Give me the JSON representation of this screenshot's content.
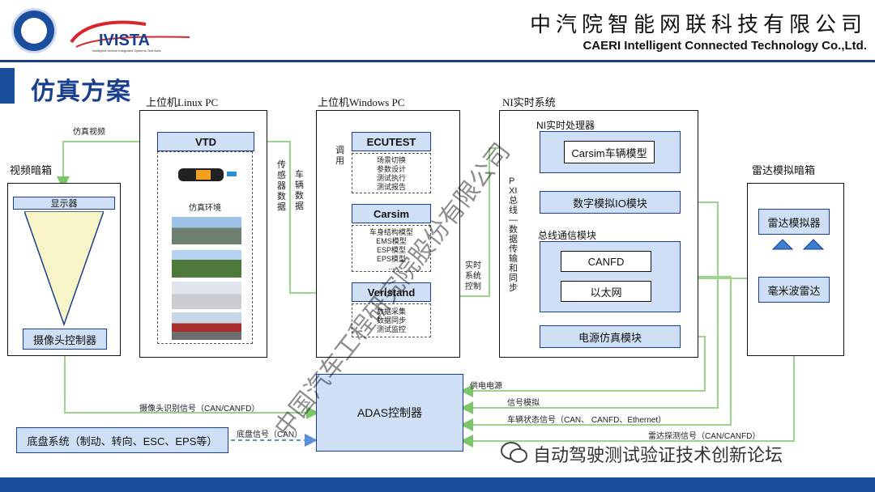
{
  "header": {
    "company_cn": "中汽院智能网联科技有限公司",
    "company_en": "CAERI Intelligent Connected Technology Co.,Ltd.",
    "logo_text": "IVISTA",
    "logo_sub": "Intelligent Vehicle Integrated Systems Test Area"
  },
  "slide_title": "仿真方案",
  "sections": {
    "linux": "上位机Linux PC",
    "windows": "上位机Windows PC",
    "ni": "NI实时系统",
    "video": "视频暗箱",
    "radar": "雷达模拟暗箱"
  },
  "blocks": {
    "vtd": "VTD",
    "sim_env": "仿真环境",
    "display": "显示器",
    "camera_ctrl": "摄像头控制器",
    "ecutest": "ECUTEST",
    "ecutest_items": [
      "场景切换",
      "参数设计",
      "测试执行",
      "测试报告"
    ],
    "carsim": "Carsim",
    "carsim_items": [
      "车身结构模型",
      "EMS模型",
      "ESP模型",
      "EPS模型",
      "..."
    ],
    "veristand": "Veristand",
    "veristand_items": [
      "数据采集",
      "数据同步",
      "测试监控"
    ],
    "ni_proc": "NI实时处理器",
    "carsim_model": "Carsim车辆模型",
    "digital_io": "数字模拟IO模块",
    "bus_comm": "总线通信模块",
    "canfd": "CANFD",
    "ethernet": "以太网",
    "power_sim": "电源仿真模块",
    "radar_sim": "雷达模拟器",
    "mmwave": "毫米波雷达",
    "adas": "ADAS控制器",
    "chassis": "底盘系统（制动、转向、ESC、EPS等）"
  },
  "edge_labels": {
    "sim_video": "仿真视频",
    "sensor_data": "传感器数据",
    "vehicle_data": "车辆数据",
    "call": "调用",
    "realtime_ctrl": "实时系统控制",
    "pxi_bus": "PXI总线—数据传输和同步",
    "power_supply": "供电电源",
    "signal_sim": "信号模拟",
    "vehicle_state": "车辆状态信号（CAN、 CANFD、Ethernet）",
    "radar_detect": "雷达探测信号（CAN/CANFD）",
    "camera_signal": "摄像头识别信号（CAN/CANFD）",
    "chassis_signal": "底盘信号（CAN）"
  },
  "watermarks": {
    "diagonal": "中国汽车工程研究院股份有限公司",
    "wechat": "自动驾驶测试验证技术创新论坛"
  },
  "colors": {
    "brand_blue": "#1a4f9c",
    "block_fill": "#cfe0f6",
    "arrow_green": "#9bd48a",
    "arrow_dash_blue": "#5b8fd6"
  }
}
